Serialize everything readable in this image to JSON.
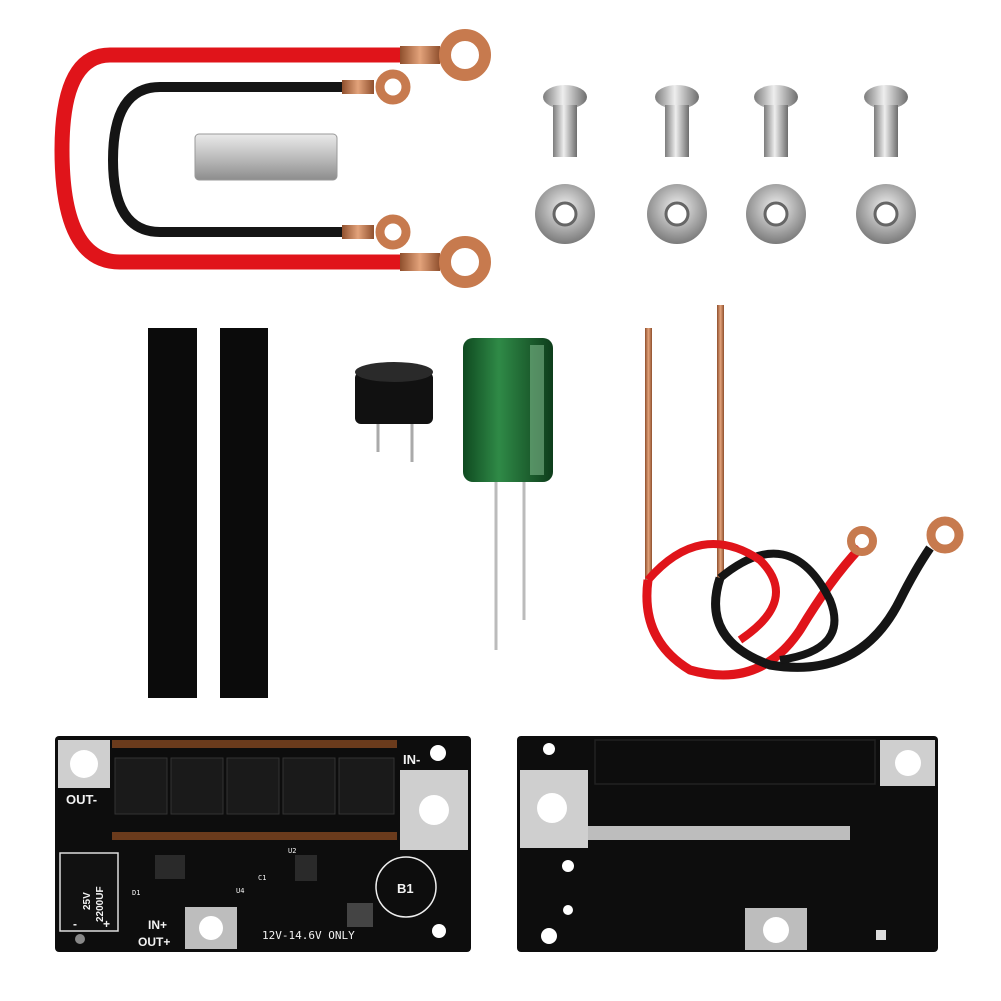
{
  "product": {
    "control_board": {
      "labels": {
        "in_minus": "IN-",
        "out_minus": "OUT-",
        "in_plus": "IN+",
        "out_plus": "OUT+",
        "voltage_note": "12V-14.6V ONLY",
        "buzzer_ref": "B1",
        "cap_voltage": "25V",
        "cap_value": "2200UF",
        "cap_plus": "+",
        "cap_minus": "-",
        "chip_u2": "U2",
        "chip_u4": "U4",
        "diode_d1": "D1",
        "cap_c1": "C1"
      }
    },
    "colors": {
      "red_cable": "#e0141a",
      "black_cable": "#151515",
      "copper": "#c77a4e",
      "pcb": "#0d0d0d",
      "capacitor": "#1f6b33",
      "nickel": "#c9c9c9"
    }
  }
}
